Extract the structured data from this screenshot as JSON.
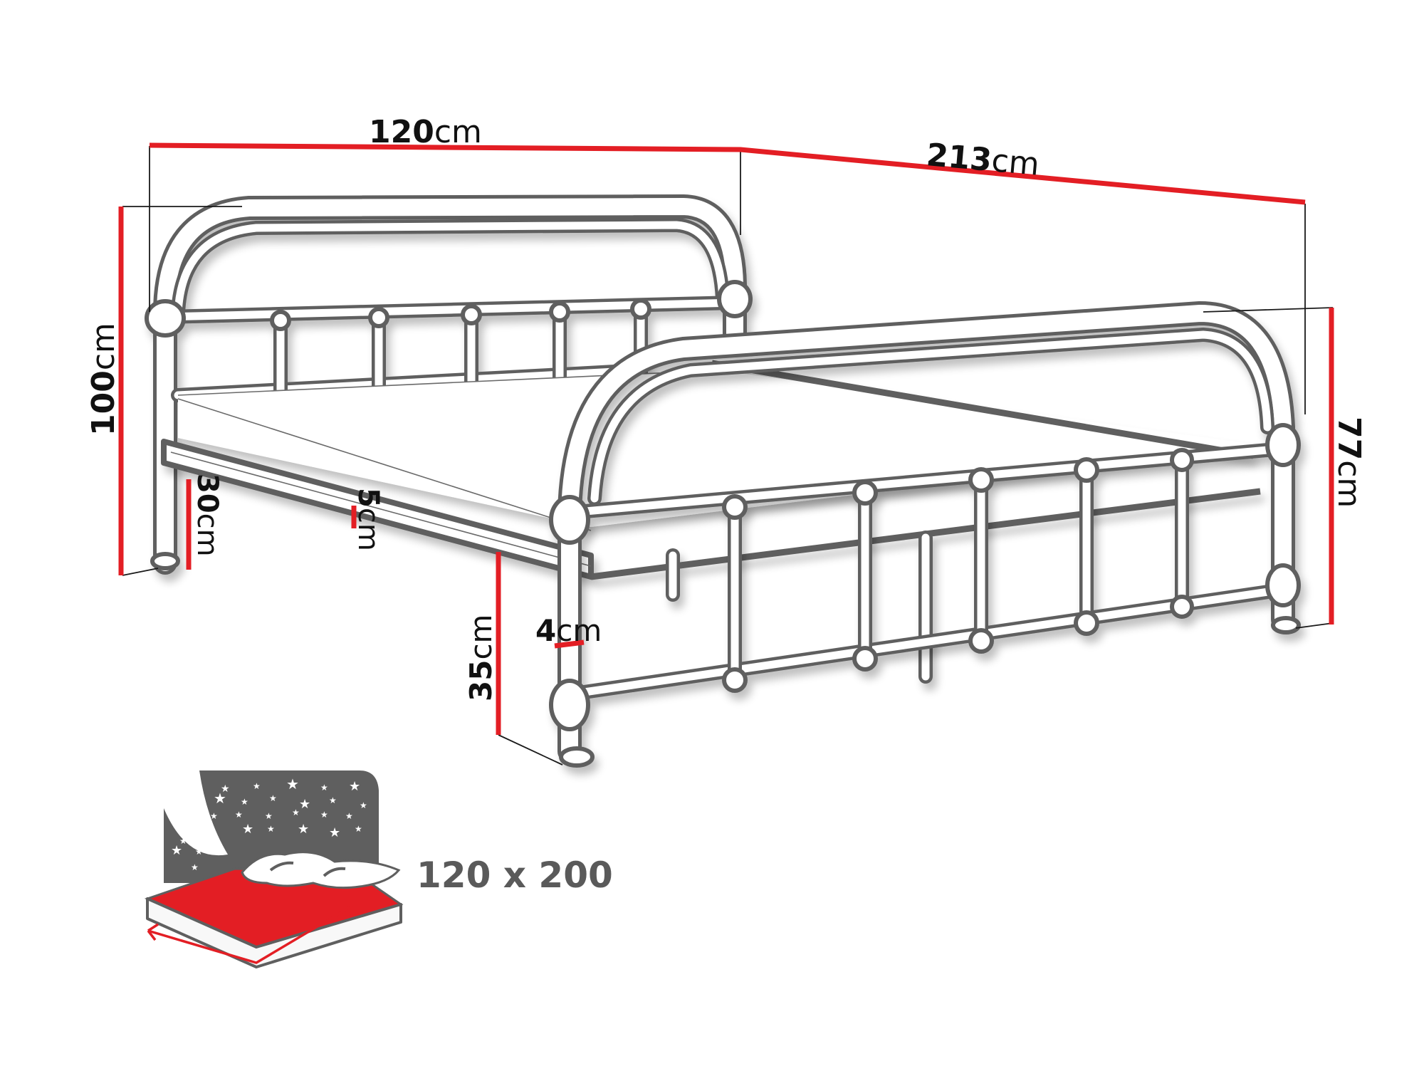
{
  "diagram": {
    "subject": "Metal bed frame dimensions",
    "accent_color": "#e31e24",
    "line_color": "#5f5f5f",
    "dimensions": {
      "width": {
        "value": "120",
        "unit": "cm"
      },
      "length": {
        "value": "213",
        "unit": "cm"
      },
      "headboard_height": {
        "value": "100",
        "unit": "cm"
      },
      "footboard_height": {
        "value": "77",
        "unit": "cm"
      },
      "under_bed_clearance": {
        "value": "30",
        "unit": "cm"
      },
      "frame_rail_thickness": {
        "value": "5",
        "unit": "cm"
      },
      "rail_height_from_floor": {
        "value": "35",
        "unit": "cm"
      },
      "post_diameter": {
        "value": "4",
        "unit": "cm"
      }
    },
    "mattress_icon": {
      "label": "120 x 200",
      "icon": "mattress-size-icon"
    }
  }
}
